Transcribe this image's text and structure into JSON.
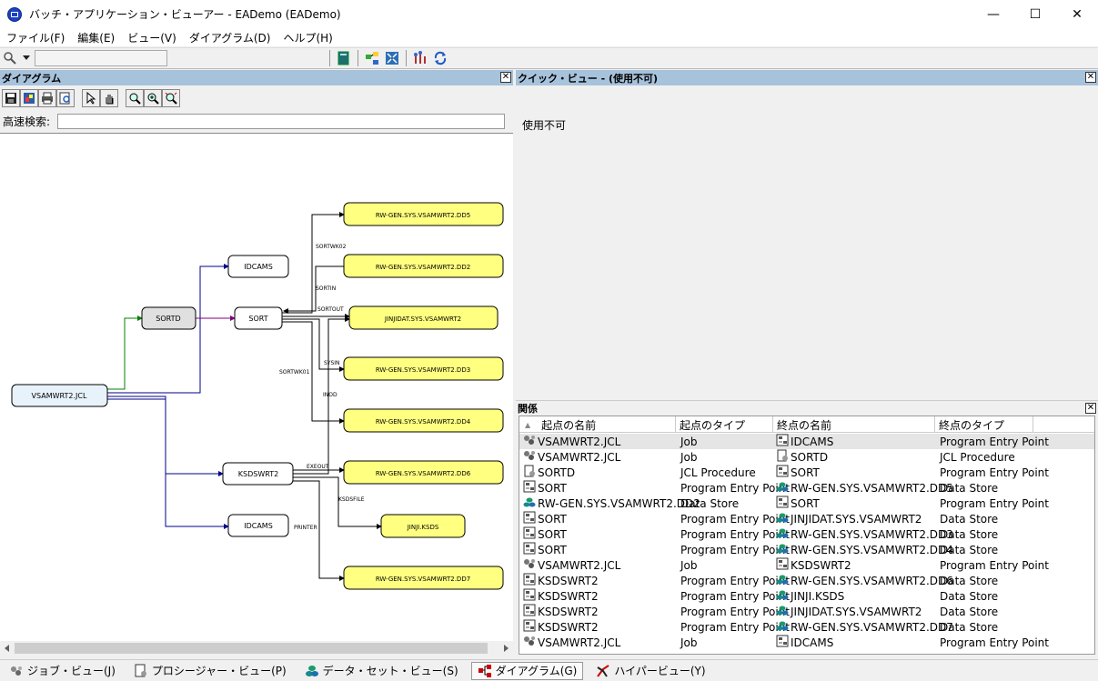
{
  "window": {
    "title": "バッチ・アプリケーション・ビューアー - EADemo (EADemo)",
    "minimize": "—",
    "maximize": "☐",
    "close": "✕"
  },
  "menu": [
    "ファイル(F)",
    "編集(E)",
    "ビュー(V)",
    "ダイアグラム(D)",
    "ヘルプ(H)"
  ],
  "diagram_pane": {
    "title": "ダイアグラム",
    "search_label": "高速検索:",
    "search_value": "",
    "nodes": [
      {
        "id": "vsamwrt2jcl",
        "label": "VSAMWRT2.JCL",
        "kind": "job"
      },
      {
        "id": "sortd",
        "label": "SORTD",
        "kind": "proc"
      },
      {
        "id": "idcams1",
        "label": "IDCAMS",
        "kind": "program"
      },
      {
        "id": "sort",
        "label": "SORT",
        "kind": "program"
      },
      {
        "id": "ksdswrt2",
        "label": "KSDSWRT2",
        "kind": "program"
      },
      {
        "id": "idcams2",
        "label": "IDCAMS",
        "kind": "program"
      },
      {
        "id": "dd5",
        "label": "RW-GEN.SYS.VSAMWRT2.DD5",
        "kind": "data"
      },
      {
        "id": "dd2",
        "label": "RW-GEN.SYS.VSAMWRT2.DD2",
        "kind": "data"
      },
      {
        "id": "jinjidat",
        "label": "JINJIDAT.SYS.VSAMWRT2",
        "kind": "data"
      },
      {
        "id": "dd3",
        "label": "RW-GEN.SYS.VSAMWRT2.DD3",
        "kind": "data"
      },
      {
        "id": "dd4",
        "label": "RW-GEN.SYS.VSAMWRT2.DD4",
        "kind": "data"
      },
      {
        "id": "dd6",
        "label": "RW-GEN.SYS.VSAMWRT2.DD6",
        "kind": "data"
      },
      {
        "id": "jinjiksds",
        "label": "JINJI.KSDS",
        "kind": "data"
      },
      {
        "id": "dd7",
        "label": "RW-GEN.SYS.VSAMWRT2.DD7",
        "kind": "data"
      }
    ],
    "edge_labels": [
      "SORTWK02",
      "SORTIN",
      "SORTOUT",
      "SORTWK01",
      "SYSIN",
      "INOD",
      "EXEOUT",
      "KSDSFILE",
      "PRINTER"
    ]
  },
  "quick_view": {
    "title": "クイック・ビュー - (使用不可)",
    "body": "使用不可"
  },
  "relations": {
    "title": "関係",
    "sort_glyph": "▲",
    "columns": [
      "起点の名前",
      "起点のタイプ",
      "終点の名前",
      "終点のタイプ"
    ],
    "rows": [
      {
        "src": "VSAMWRT2.JCL",
        "src_icon": "job-icon",
        "src_type": "Job",
        "dst": "IDCAMS",
        "dst_icon": "program-icon",
        "dst_type": "Program Entry Point"
      },
      {
        "src": "VSAMWRT2.JCL",
        "src_icon": "job-icon",
        "src_type": "Job",
        "dst": "SORTD",
        "dst_icon": "procedure-icon",
        "dst_type": "JCL Procedure"
      },
      {
        "src": "SORTD",
        "src_icon": "procedure-icon",
        "src_type": "JCL Procedure",
        "dst": "SORT",
        "dst_icon": "program-icon",
        "dst_type": "Program Entry Point"
      },
      {
        "src": "SORT",
        "src_icon": "program-icon",
        "src_type": "Program Entry Point",
        "dst": "RW-GEN.SYS.VSAMWRT2.DD5",
        "dst_icon": "datastore-icon",
        "dst_type": "Data Store"
      },
      {
        "src": "RW-GEN.SYS.VSAMWRT2.DD2",
        "src_icon": "datastore-icon",
        "src_type": "Data Store",
        "dst": "SORT",
        "dst_icon": "program-icon",
        "dst_type": "Program Entry Point"
      },
      {
        "src": "SORT",
        "src_icon": "program-icon",
        "src_type": "Program Entry Point",
        "dst": "JINJIDAT.SYS.VSAMWRT2",
        "dst_icon": "datastore-icon",
        "dst_type": "Data Store"
      },
      {
        "src": "SORT",
        "src_icon": "program-icon",
        "src_type": "Program Entry Point",
        "dst": "RW-GEN.SYS.VSAMWRT2.DD3",
        "dst_icon": "datastore-icon",
        "dst_type": "Data Store"
      },
      {
        "src": "SORT",
        "src_icon": "program-icon",
        "src_type": "Program Entry Point",
        "dst": "RW-GEN.SYS.VSAMWRT2.DD4",
        "dst_icon": "datastore-icon",
        "dst_type": "Data Store"
      },
      {
        "src": "VSAMWRT2.JCL",
        "src_icon": "job-icon",
        "src_type": "Job",
        "dst": "KSDSWRT2",
        "dst_icon": "program-icon",
        "dst_type": "Program Entry Point"
      },
      {
        "src": "KSDSWRT2",
        "src_icon": "program-icon",
        "src_type": "Program Entry Point",
        "dst": "RW-GEN.SYS.VSAMWRT2.DD6",
        "dst_icon": "datastore-icon",
        "dst_type": "Data Store"
      },
      {
        "src": "KSDSWRT2",
        "src_icon": "program-icon",
        "src_type": "Program Entry Point",
        "dst": "JINJI.KSDS",
        "dst_icon": "datastore-icon",
        "dst_type": "Data Store"
      },
      {
        "src": "KSDSWRT2",
        "src_icon": "program-icon",
        "src_type": "Program Entry Point",
        "dst": "JINJIDAT.SYS.VSAMWRT2",
        "dst_icon": "datastore-icon",
        "dst_type": "Data Store"
      },
      {
        "src": "KSDSWRT2",
        "src_icon": "program-icon",
        "src_type": "Program Entry Point",
        "dst": "RW-GEN.SYS.VSAMWRT2.DD7",
        "dst_icon": "datastore-icon",
        "dst_type": "Data Store"
      },
      {
        "src": "VSAMWRT2.JCL",
        "src_icon": "job-icon",
        "src_type": "Job",
        "dst": "IDCAMS",
        "dst_icon": "program-icon",
        "dst_type": "Program Entry Point"
      }
    ]
  },
  "bottom_tabs": [
    {
      "label": "ジョブ・ビュー(J)",
      "icon": "job-view-icon",
      "active": false
    },
    {
      "label": "プロシージャー・ビュー(P)",
      "icon": "procedure-view-icon",
      "active": false
    },
    {
      "label": "データ・セット・ビュー(S)",
      "icon": "dataset-view-icon",
      "active": false
    },
    {
      "label": "ダイアグラム(G)",
      "icon": "diagram-view-icon",
      "active": true
    },
    {
      "label": "ハイパービュー(Y)",
      "icon": "hyperview-icon",
      "active": false
    }
  ],
  "colors": {
    "pane_header": "#a7c2db",
    "data_node": "#ffff80",
    "proc_node": "#e0e0e0",
    "job_node": "#e8f2fb",
    "edge_blue": "#00008b",
    "edge_green": "#008000",
    "edge_purple": "#800080"
  }
}
